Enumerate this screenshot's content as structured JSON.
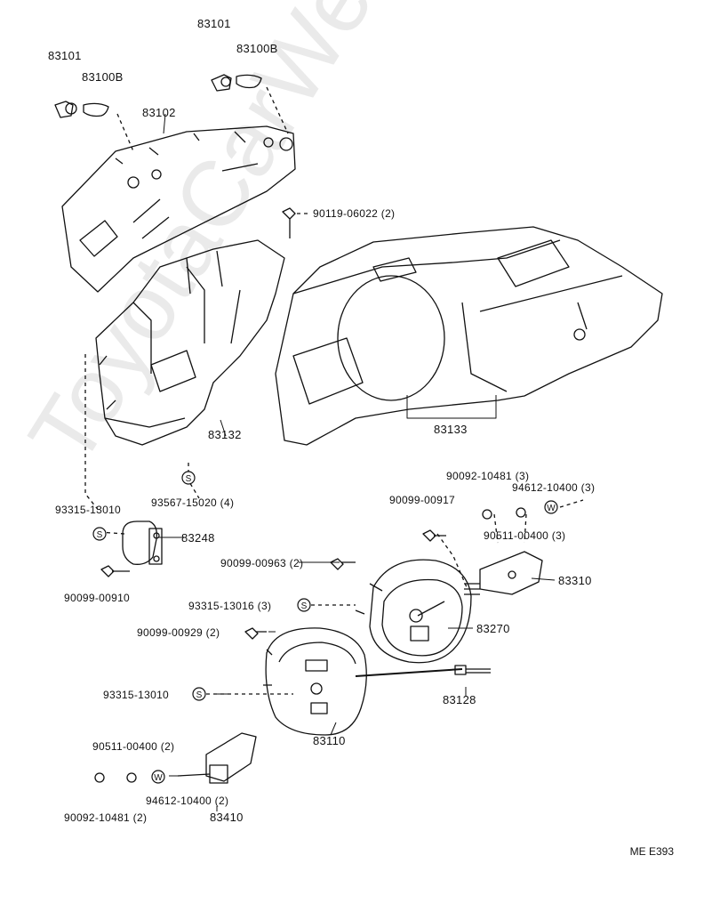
{
  "watermark": "ToyotaCarWeb.ru",
  "diagram_code": "ME E393",
  "parts": [
    {
      "id": "83101-left",
      "text": "83101"
    },
    {
      "id": "83100b-left",
      "text": "83100B"
    },
    {
      "id": "83101-top",
      "text": "83101"
    },
    {
      "id": "83100b-top",
      "text": "83100B"
    },
    {
      "id": "83102",
      "text": "83102"
    },
    {
      "id": "90119-06022",
      "text": "90119-06022 (2)"
    },
    {
      "id": "83132",
      "text": "83132"
    },
    {
      "id": "83133",
      "text": "83133"
    },
    {
      "id": "93567-15020",
      "text": "93567-15020 (4)"
    },
    {
      "id": "93315-13010-a",
      "text": "93315-13010"
    },
    {
      "id": "83248",
      "text": "83248"
    },
    {
      "id": "90099-00910",
      "text": "90099-00910"
    },
    {
      "id": "90092-10481-3",
      "text": "90092-10481 (3)"
    },
    {
      "id": "94612-10400-3",
      "text": "94612-10400 (3)"
    },
    {
      "id": "90099-00917",
      "text": "90099-00917"
    },
    {
      "id": "90511-00400-3",
      "text": "90511-00400 (3)"
    },
    {
      "id": "90099-00963",
      "text": "90099-00963 (2)"
    },
    {
      "id": "83310",
      "text": "83310"
    },
    {
      "id": "93315-13016",
      "text": "93315-13016 (3)"
    },
    {
      "id": "90099-00929",
      "text": "90099-00929 (2)"
    },
    {
      "id": "83270",
      "text": "83270"
    },
    {
      "id": "93315-13010-b",
      "text": "93315-13010"
    },
    {
      "id": "83128",
      "text": "83128"
    },
    {
      "id": "83110",
      "text": "83110"
    },
    {
      "id": "90511-00400-2",
      "text": "90511-00400 (2)"
    },
    {
      "id": "94612-10400-2",
      "text": "94612-10400 (2)"
    },
    {
      "id": "90092-10481-2",
      "text": "90092-10481 (2)"
    },
    {
      "id": "83410",
      "text": "83410"
    }
  ],
  "symbols": {
    "s": "S",
    "w": "W"
  }
}
